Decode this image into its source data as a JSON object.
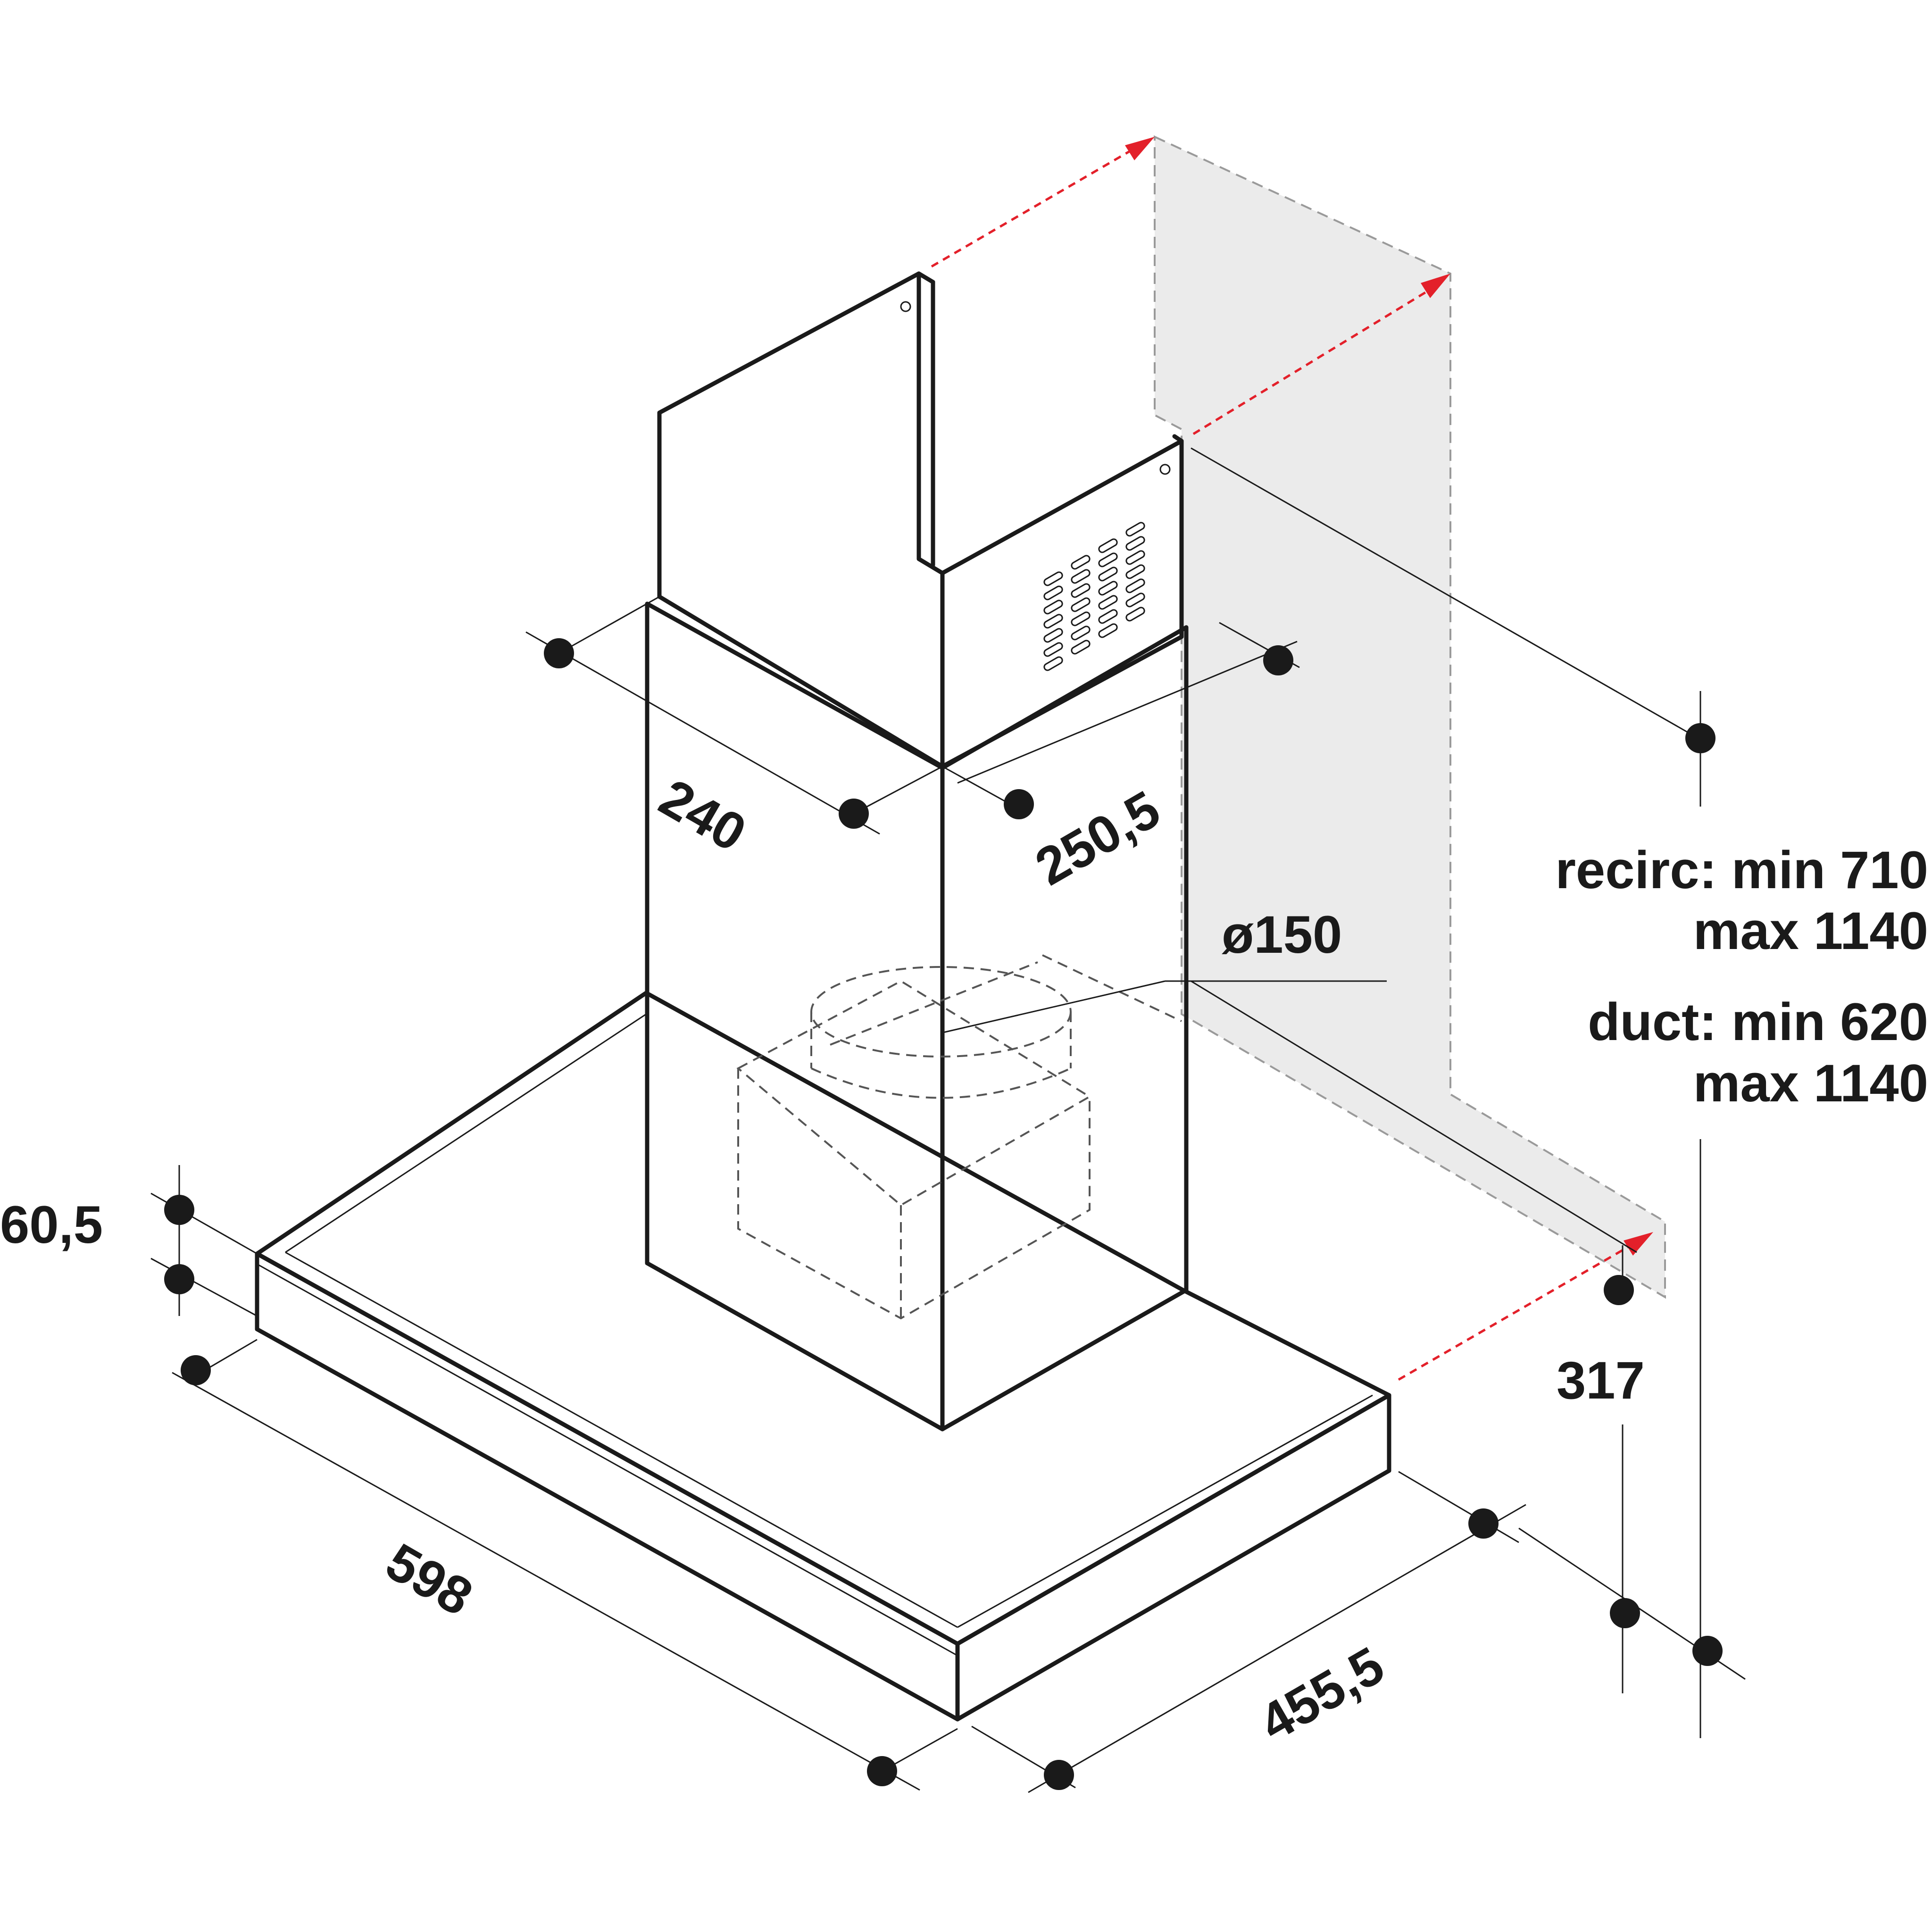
{
  "diagram": {
    "dimensions": {
      "chimney_depth": "240",
      "chimney_width": "250,5",
      "outlet_diameter": "ø150",
      "canopy_height": "60,5",
      "canopy_width": "598",
      "canopy_depth": "455,5",
      "wall_offset": "317"
    },
    "height_notes": {
      "recirc_line1": "recirc: min 710",
      "recirc_line2": "max 1140",
      "duct_line1": "duct: min 620",
      "duct_line2": "max 1140"
    },
    "colors": {
      "line": "#1a1a1a",
      "arrow": "#e3202a",
      "wall": "#ebebeb"
    }
  }
}
